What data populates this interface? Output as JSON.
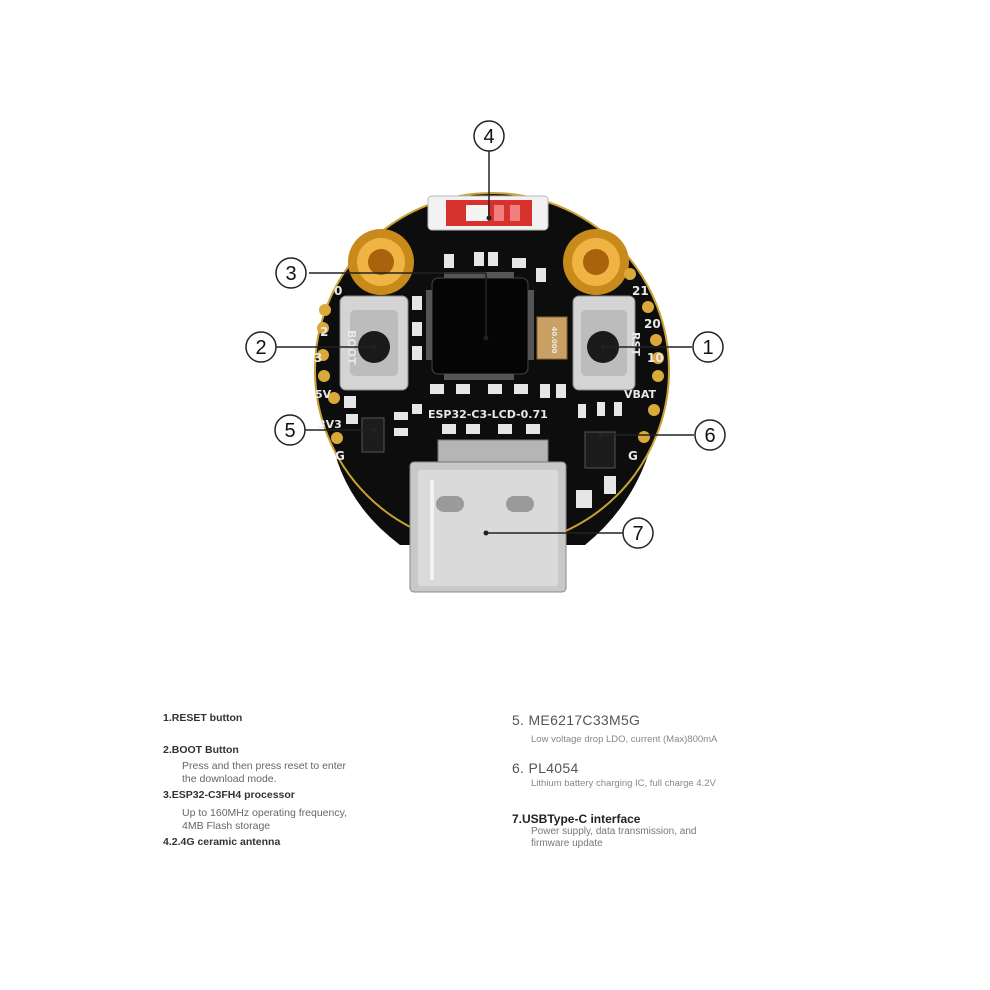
{
  "board": {
    "silkscreen_name": "ESP32-C3-LCD-0.71",
    "boot_label": "BOOT",
    "rst_label": "RST",
    "vbat_label": "VBAT",
    "pins_left": [
      "0",
      "2",
      "3",
      "5V",
      "3V3",
      "G"
    ],
    "pins_right": [
      "21",
      "20",
      "10",
      "G"
    ],
    "crystal_label": "40.000"
  },
  "callouts": [
    "1",
    "2",
    "3",
    "4",
    "5",
    "6",
    "7"
  ],
  "legend_left": [
    {
      "title": "1.RESET button",
      "desc": []
    },
    {
      "title": "2.BOOT Button",
      "desc": [
        "Press and then press reset to enter",
        "the download mode."
      ]
    },
    {
      "title": "3.ESP32-C3FH4 processor",
      "desc": [
        "Up to 160MHz operating frequency,",
        "4MB Flash storage"
      ]
    },
    {
      "title": "4.2.4G ceramic antenna",
      "desc": []
    }
  ],
  "legend_right": [
    {
      "title": "5. ME6217C33M5G",
      "desc": [
        "Low voltage drop LDO, current (Max)800mA"
      ]
    },
    {
      "title": "6. PL4054",
      "desc": [
        "Lithium battery charging IC, full charge 4.2V"
      ]
    },
    {
      "title": "7.USBType-C interface",
      "desc": [
        "Power supply, data transmission, and",
        "firmware update"
      ]
    }
  ]
}
